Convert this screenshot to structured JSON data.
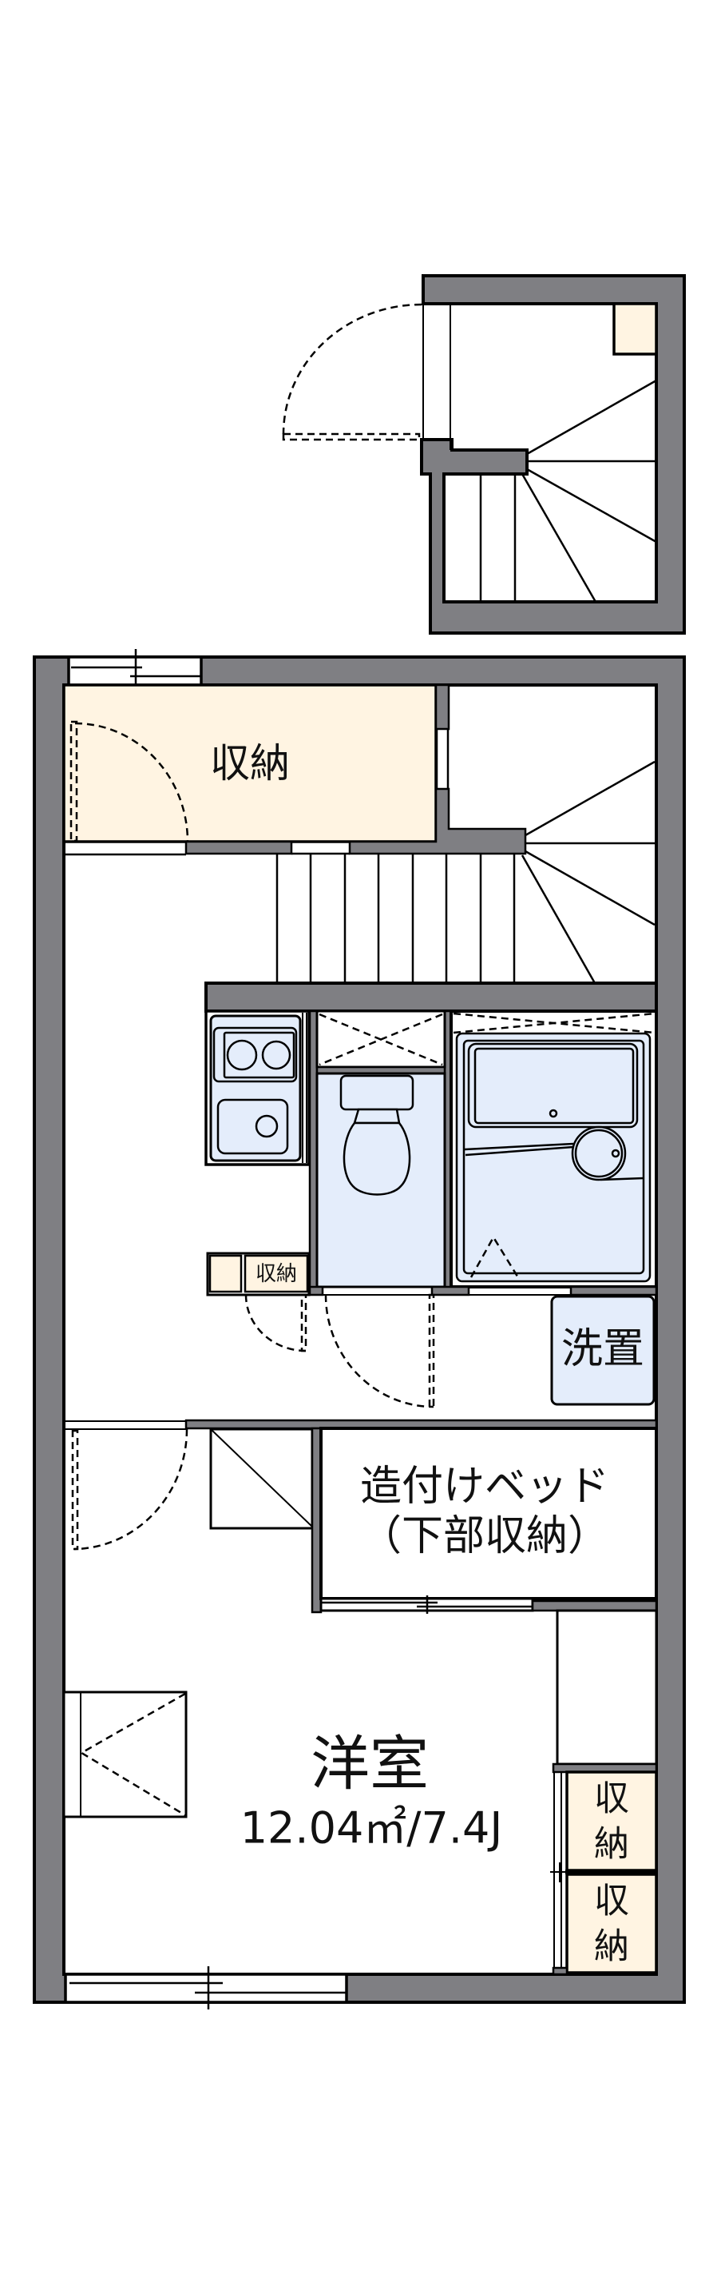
{
  "colors": {
    "wall": "#7f7f83",
    "storage": "#fff4e2",
    "wet": "#e4edfb",
    "line": "#000000",
    "bg": "#ffffff"
  },
  "floorplan": {
    "upper_landing": {
      "description": "entrance landing with winding stairs"
    },
    "storage_top": {
      "label": "収納"
    },
    "storage_small": {
      "label": "収納"
    },
    "washer_space": {
      "label": "洗置"
    },
    "built_in_bed": {
      "label_line1": "造付けベッド",
      "label_line2": "（下部収納）"
    },
    "western_room": {
      "label": "洋室",
      "area": "12.04㎡/7.4J"
    },
    "closets": [
      {
        "label_top": "収",
        "label_bottom": "納"
      },
      {
        "label_top": "収",
        "label_bottom": "納"
      }
    ]
  }
}
